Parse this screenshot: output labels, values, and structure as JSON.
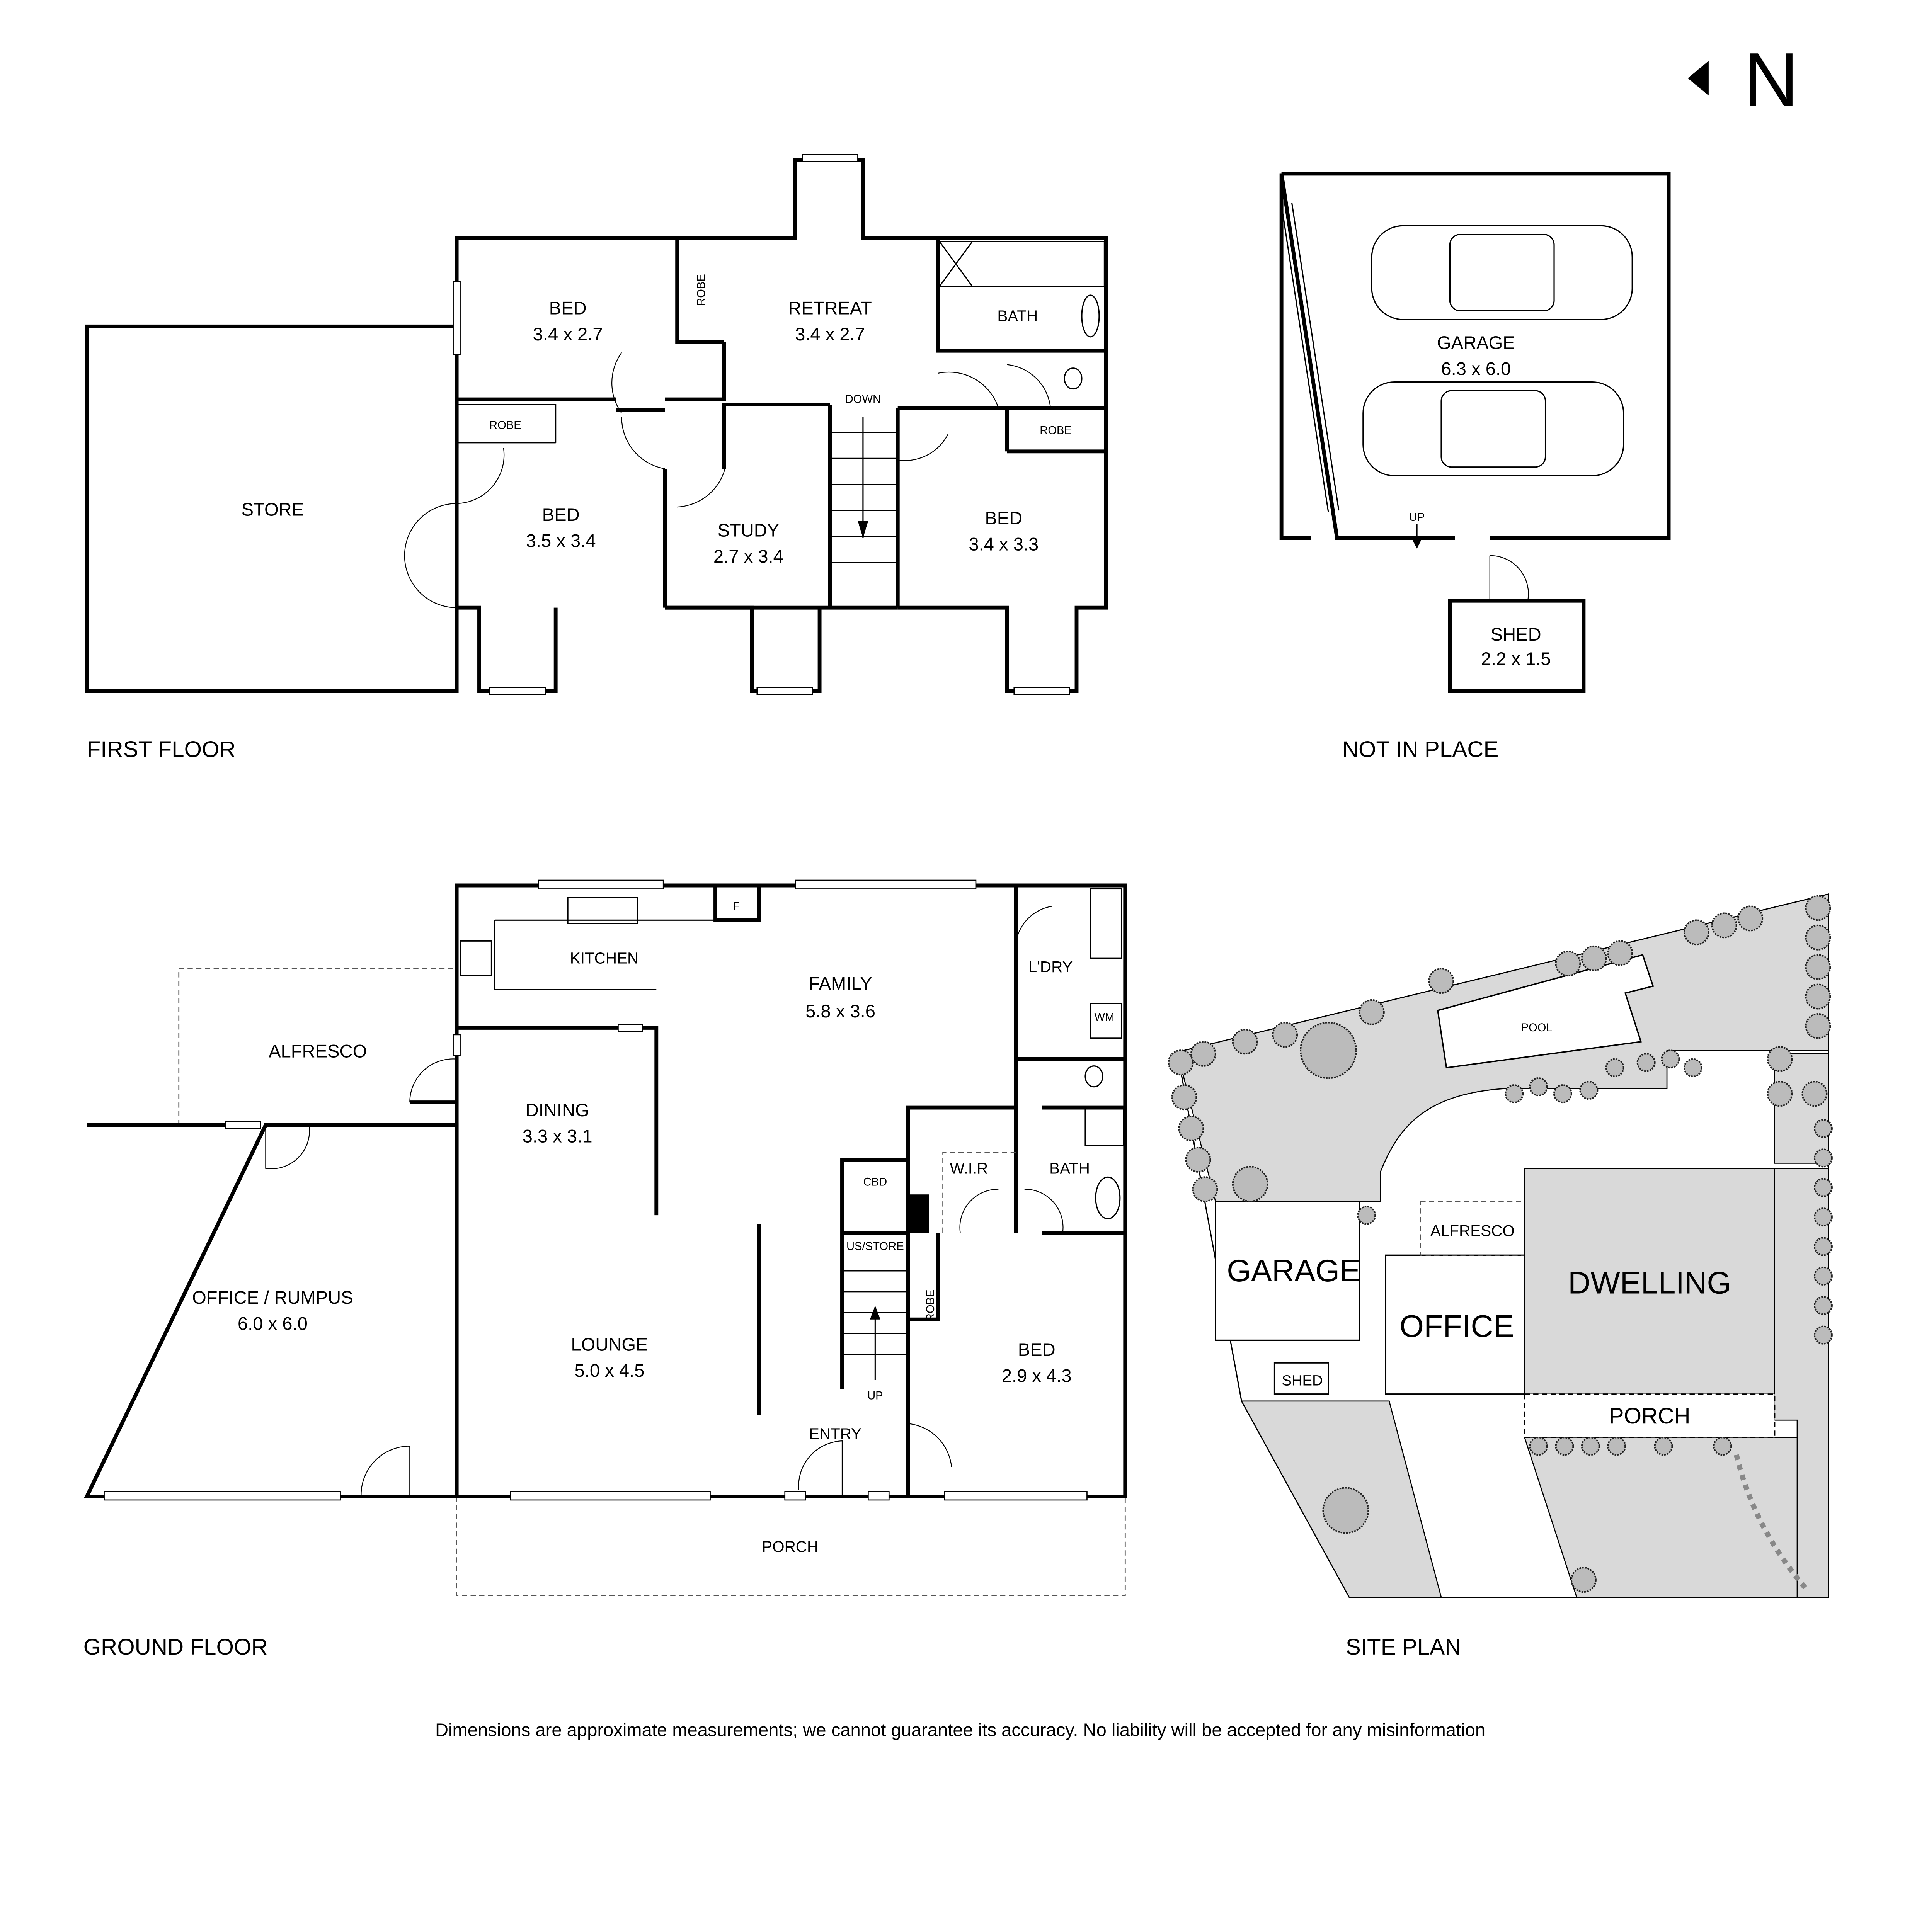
{
  "north": {
    "label": "N"
  },
  "first_floor": {
    "caption": "FIRST FLOOR",
    "rooms": [
      {
        "name": "STORE",
        "size": ""
      },
      {
        "name": "BED",
        "size": "3.4 x 2.7"
      },
      {
        "name": "RETREAT",
        "size": "3.4 x 2.7"
      },
      {
        "name": "BATH",
        "size": ""
      },
      {
        "name": "BED",
        "size": "3.5 x 3.4"
      },
      {
        "name": "STUDY",
        "size": "2.7 x 3.4"
      },
      {
        "name": "BED",
        "size": "3.4 x 3.3"
      }
    ],
    "robe_labels": [
      "ROBE",
      "ROBE",
      "ROBE"
    ],
    "stair_label": "DOWN"
  },
  "not_in_place": {
    "caption": "NOT IN PLACE",
    "garage": {
      "name": "GARAGE",
      "size": "6.3 x 6.0"
    },
    "shed": {
      "name": "SHED",
      "size": "2.2 x 1.5"
    },
    "stair_label": "UP"
  },
  "ground_floor": {
    "caption": "GROUND FLOOR",
    "rooms": [
      {
        "name": "KITCHEN",
        "size": ""
      },
      {
        "name": "FAMILY",
        "size": "5.8 x 3.6"
      },
      {
        "name": "L'DRY",
        "size": ""
      },
      {
        "name": "ALFRESCO",
        "size": ""
      },
      {
        "name": "DINING",
        "size": "3.3 x 3.1"
      },
      {
        "name": "OFFICE / RUMPUS",
        "size": "6.0 x 6.0"
      },
      {
        "name": "LOUNGE",
        "size": "5.0 x 4.5"
      },
      {
        "name": "W.I.R",
        "size": ""
      },
      {
        "name": "BATH",
        "size": ""
      },
      {
        "name": "BED",
        "size": "2.9 x 4.3"
      },
      {
        "name": "ENTRY",
        "size": ""
      },
      {
        "name": "PORCH",
        "size": ""
      }
    ],
    "small_labels": {
      "fridge": "F",
      "washing_machine": "WM",
      "cupboard": "CBD",
      "understair_store": "US/STORE",
      "robe": "ROBE",
      "stair": "UP"
    }
  },
  "site_plan": {
    "caption": "SITE PLAN",
    "labels": {
      "garage": "GARAGE",
      "office": "OFFICE",
      "dwelling": "DWELLING",
      "alfresco": "ALFRESCO",
      "porch": "PORCH",
      "shed": "SHED",
      "pool": "POOL"
    }
  },
  "disclaimer": "Dimensions are approximate measurements; we cannot guarantee its accuracy. No liability will be accepted for any misinformation"
}
